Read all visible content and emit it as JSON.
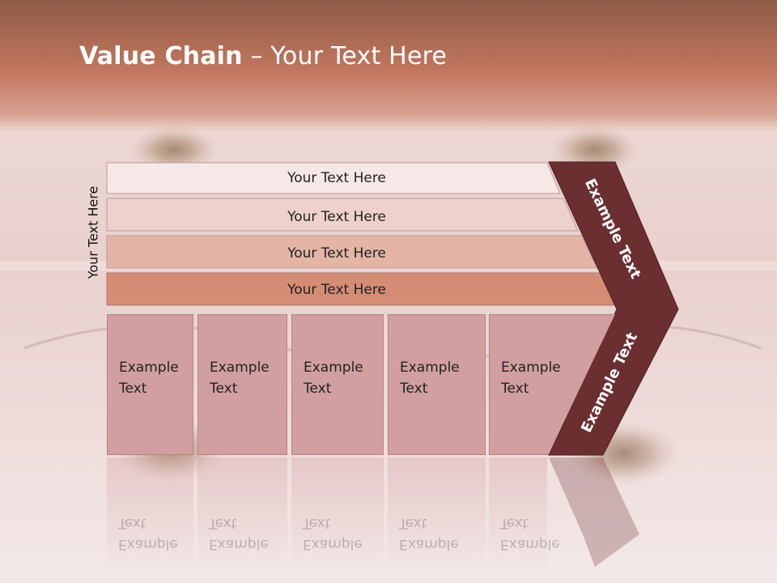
{
  "slide": {
    "title_bold": "Value Chain",
    "title_rest": " – Your Text Here",
    "side_label": "Your Text Here",
    "bars": [
      {
        "label": "Your Text Here",
        "color": "#f6e8e6"
      },
      {
        "label": "Your Text Here",
        "color": "#eed1ca"
      },
      {
        "label": "Your Text Here",
        "color": "#e4b5a6"
      },
      {
        "label": "Your Text Here",
        "color": "#d48c74"
      }
    ],
    "boxes": [
      {
        "line1": "Example",
        "line2": "Text"
      },
      {
        "line1": "Example",
        "line2": "Text"
      },
      {
        "line1": "Example",
        "line2": "Text"
      },
      {
        "line1": "Example",
        "line2": "Text"
      },
      {
        "line1": "Example",
        "line2": "Text"
      }
    ],
    "arrow_upper_label": "Example Text",
    "arrow_lower_label": "Example Text",
    "colors": {
      "header": "#c47860",
      "arrow": "#6b2f31",
      "box": "#d29fa0"
    }
  }
}
